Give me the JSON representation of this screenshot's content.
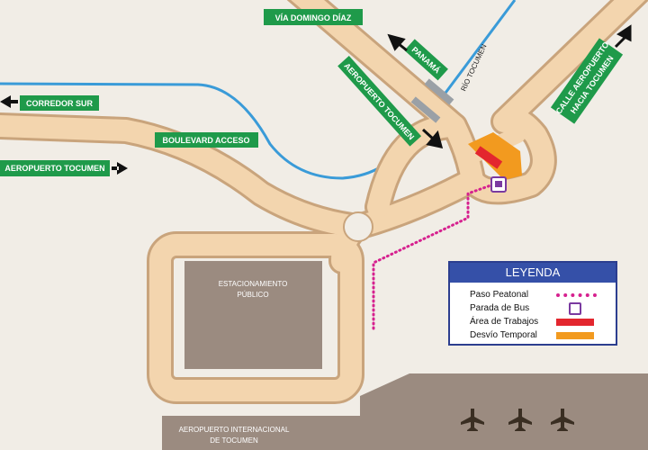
{
  "labels": {
    "via_domingo_diaz": "VÍA DOMINGO DÍAZ",
    "corredor_sur": "CORREDOR SUR",
    "boulevard_acceso": "BOULEVARD ACCESO",
    "aeropuerto_tocumen_left": "AEROPUERTO TOCUMEN",
    "panama": "PANAMÁ",
    "aeropuerto_tocumen_diag": "AEROPUERTO TOCUMEN",
    "rio_tocumen": "RÍO TOCUMEN",
    "calle_aeropuerto_1": "CALLE AEROPUERTO",
    "calle_aeropuerto_2": "HACIA TOCUMEN",
    "estacionamiento_1": "ESTACIONAMIENTO",
    "estacionamiento_2": "PÚBLICO",
    "terminal_1": "AEROPUERTO INTERNACIONAL",
    "terminal_2": "DE TOCUMEN"
  },
  "legend": {
    "title": "LEYENDA",
    "items": [
      {
        "label": "Paso Peatonal",
        "symbol": "dotted-line",
        "color": "#d6218f"
      },
      {
        "label": "Parada de Bus",
        "symbol": "bus-icon",
        "color": "#7a3aa0"
      },
      {
        "label": "Área de Trabajos",
        "symbol": "bar",
        "color": "#e3262e"
      },
      {
        "label": "Desvío Temporal",
        "symbol": "bar",
        "color": "#f29a1f"
      }
    ]
  },
  "colors": {
    "road": "#f3d5ae",
    "sign": "#1f9a4a",
    "river": "#3a9bd8",
    "building": "#9b8b80"
  }
}
